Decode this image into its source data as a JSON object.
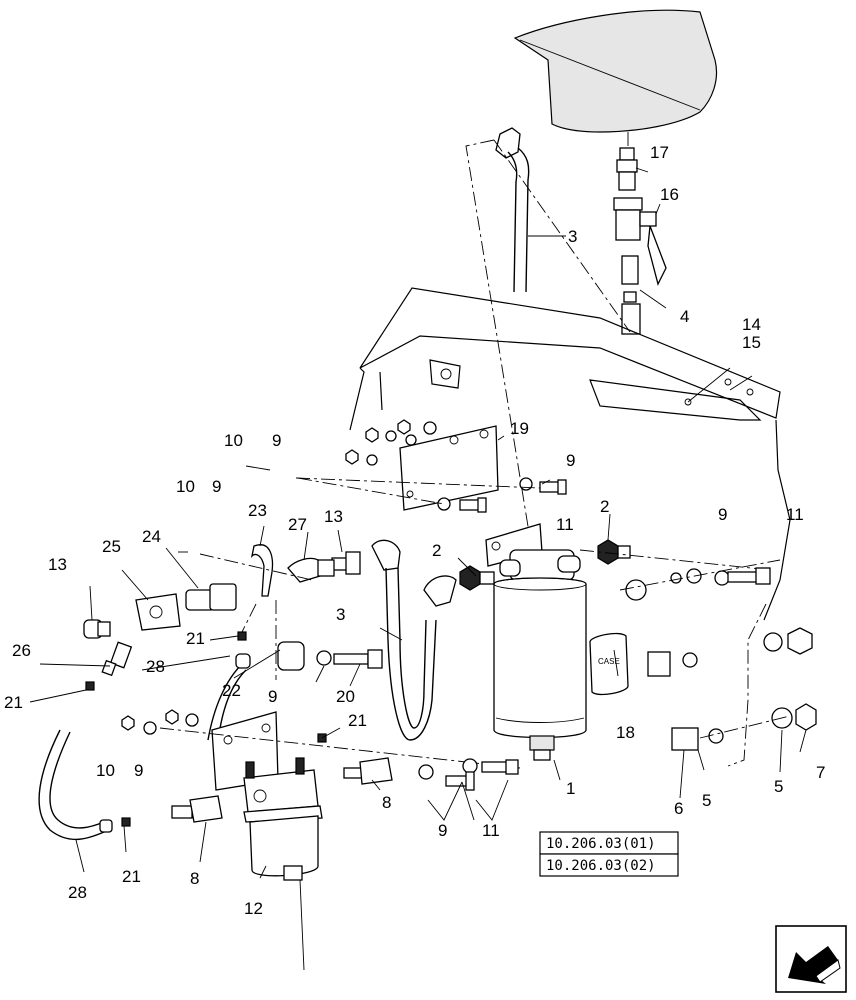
{
  "callouts": {
    "c1": "1",
    "c2a": "2",
    "c2b": "2",
    "c3a": "3",
    "c3b": "3",
    "c4": "4",
    "c5a": "5",
    "c5b": "5",
    "c6": "6",
    "c7": "7",
    "c8a": "8",
    "c8b": "8",
    "c9a": "9",
    "c9b": "9",
    "c9c": "9",
    "c9d": "9",
    "c9e": "9",
    "c9f": "9",
    "c9g": "9",
    "c10a": "10",
    "c10b": "10",
    "c10c": "10",
    "c11a": "11",
    "c11b": "11",
    "c11c": "11",
    "c12": "12",
    "c13a": "13",
    "c13b": "13",
    "c14": "14",
    "c15": "15",
    "c16": "16",
    "c17": "17",
    "c18": "18",
    "c19": "19",
    "c20": "20",
    "c21a": "21",
    "c21b": "21",
    "c21c": "21",
    "c21d": "21",
    "c22": "22",
    "c23": "23",
    "c24": "24",
    "c25": "25",
    "c26": "26",
    "c27": "27",
    "c28a": "28",
    "c28b": "28"
  },
  "references": [
    "10.206.03(01)",
    "10.206.03(02)"
  ],
  "icons": {
    "nav": "arrow-back-icon"
  }
}
